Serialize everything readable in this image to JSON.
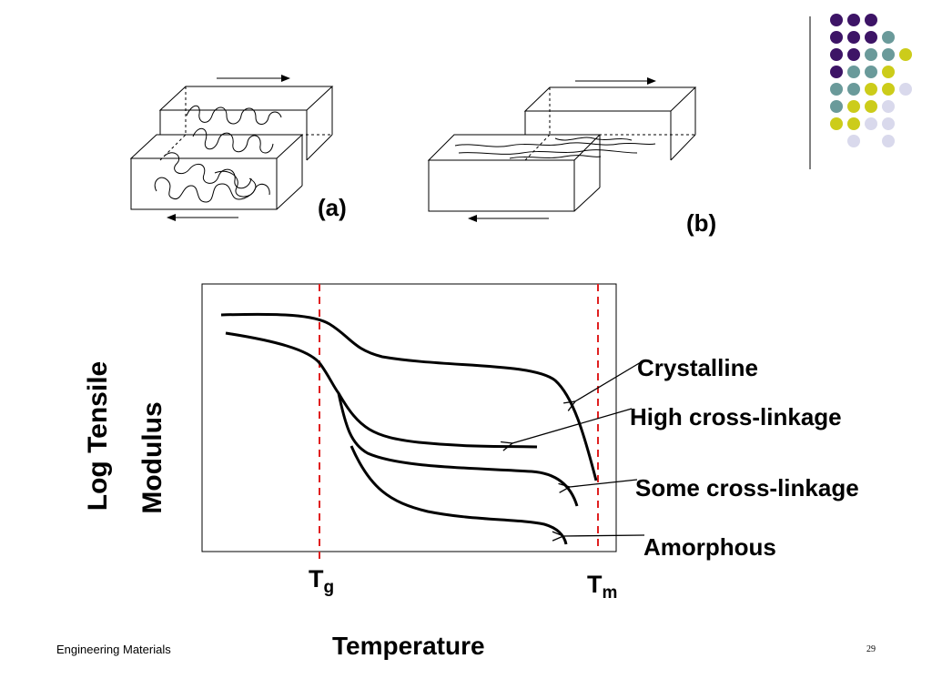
{
  "decoration": {
    "dot_colors": {
      "purple": "#3d1466",
      "teal": "#6a9a9a",
      "yellow": "#cccc1a",
      "lavender": "#d9d9ec"
    },
    "dot_grid": [
      [
        "purple",
        "purple",
        "purple",
        "",
        ""
      ],
      [
        "purple",
        "purple",
        "purple",
        "teal",
        ""
      ],
      [
        "purple",
        "purple",
        "teal",
        "teal",
        "yellow"
      ],
      [
        "purple",
        "teal",
        "teal",
        "yellow",
        ""
      ],
      [
        "teal",
        "teal",
        "yellow",
        "yellow",
        "lavender"
      ],
      [
        "teal",
        "yellow",
        "yellow",
        "lavender",
        ""
      ],
      [
        "yellow",
        "yellow",
        "lavender",
        "lavender",
        ""
      ],
      [
        "",
        "lavender",
        "",
        "lavender",
        ""
      ]
    ]
  },
  "figure_a": {
    "label": "(a)"
  },
  "figure_b": {
    "label": "(b)"
  },
  "graph": {
    "ylabel_line1": "Log Tensile",
    "ylabel_line2": "Modulus",
    "xlabel": "Temperature",
    "tg_main": "T",
    "tg_sub": "g",
    "tm_main": "T",
    "tm_sub": "m",
    "dashed_color": "#e02020",
    "curves": [
      {
        "name": "Crystalline"
      },
      {
        "name": "High cross-linkage"
      },
      {
        "name": "Some cross-linkage"
      },
      {
        "name": "Amorphous"
      }
    ]
  },
  "footer": {
    "left": "Engineering Materials",
    "page": "29"
  }
}
